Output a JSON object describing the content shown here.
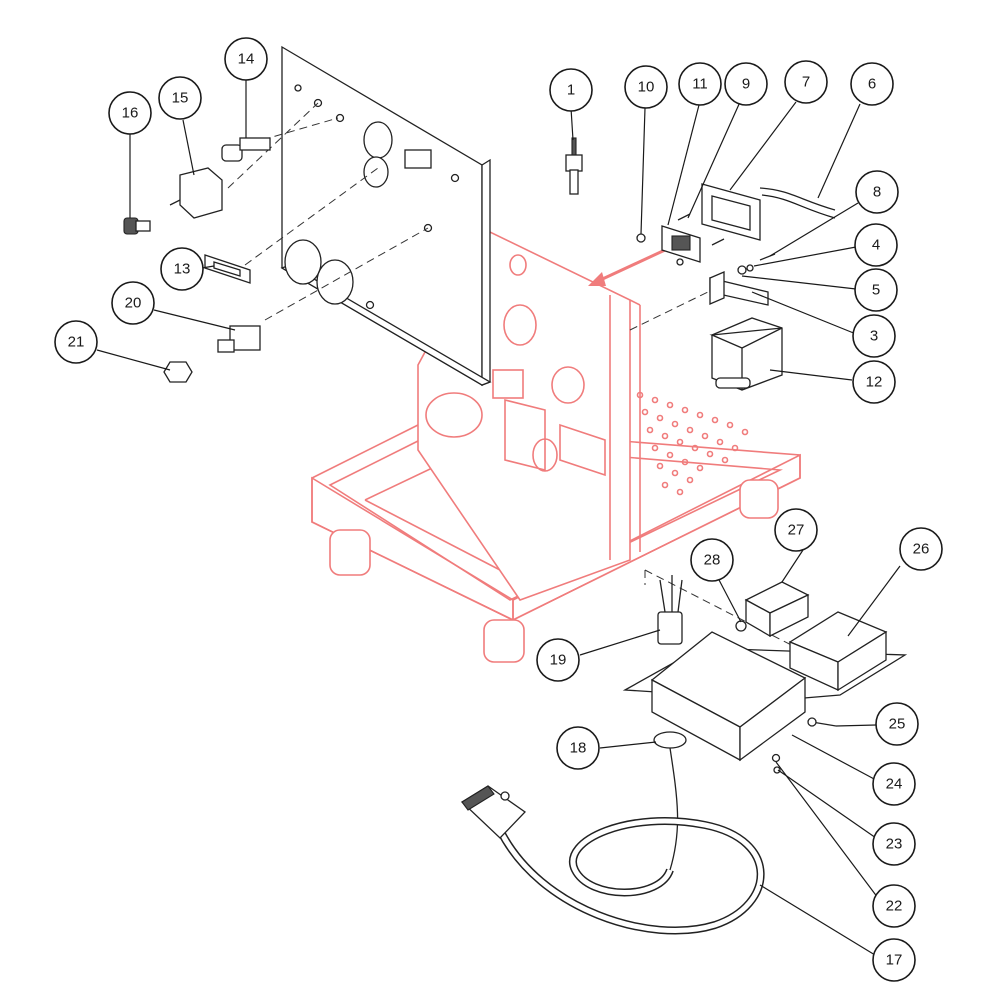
{
  "callouts": [
    {
      "id": "1",
      "label": "1"
    },
    {
      "id": "3",
      "label": "3"
    },
    {
      "id": "4",
      "label": "4"
    },
    {
      "id": "5",
      "label": "5"
    },
    {
      "id": "6",
      "label": "6"
    },
    {
      "id": "7",
      "label": "7"
    },
    {
      "id": "8",
      "label": "8"
    },
    {
      "id": "9",
      "label": "9"
    },
    {
      "id": "10",
      "label": "10"
    },
    {
      "id": "11",
      "label": "11"
    },
    {
      "id": "12",
      "label": "12"
    },
    {
      "id": "13",
      "label": "13"
    },
    {
      "id": "14",
      "label": "14"
    },
    {
      "id": "15",
      "label": "15"
    },
    {
      "id": "16",
      "label": "16"
    },
    {
      "id": "17",
      "label": "17"
    },
    {
      "id": "18",
      "label": "18"
    },
    {
      "id": "19",
      "label": "19"
    },
    {
      "id": "20",
      "label": "20"
    },
    {
      "id": "21",
      "label": "21"
    },
    {
      "id": "22",
      "label": "22"
    },
    {
      "id": "23",
      "label": "23"
    },
    {
      "id": "24",
      "label": "24"
    },
    {
      "id": "25",
      "label": "25"
    },
    {
      "id": "26",
      "label": "26"
    },
    {
      "id": "27",
      "label": "27"
    },
    {
      "id": "28",
      "label": "28"
    }
  ],
  "colors": {
    "frame": "#f07c7c",
    "line": "#1a1a1a",
    "background": "#ffffff"
  }
}
